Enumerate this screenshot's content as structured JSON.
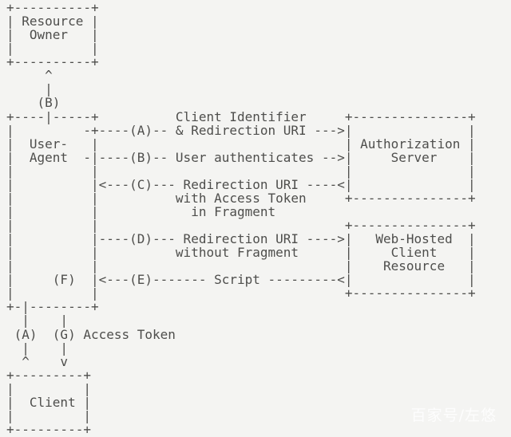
{
  "colors": {
    "background": "#f4f4f2",
    "diagram_text": "#4e4e4c",
    "watermark_text": "#ffffff"
  },
  "diagram": {
    "lines": [
      "+----------+",
      "| Resource |",
      "|  Owner   |",
      "|          |",
      "+----------+",
      "     ^",
      "     |",
      "    (B)",
      "+----|-----+          Client Identifier     +---------------+",
      "|         -+----(A)-- & Redirection URI --->|               |",
      "|  User-   |                                | Authorization |",
      "|  Agent  -|----(B)-- User authenticates -->|     Server    |",
      "|          |                                |               |",
      "|          |<---(C)--- Redirection URI ----<|               |",
      "|          |          with Access Token     +---------------+",
      "|          |            in Fragment",
      "|          |                                +---------------+",
      "|          |----(D)--- Redirection URI ---->|   Web-Hosted  |",
      "|          |          without Fragment      |     Client    |",
      "|          |                                |    Resource   |",
      "|     (F)  |<---(E)------- Script ---------<|               |",
      "|          |                                +---------------+",
      "+-|--------+",
      "  |    |",
      " (A)  (G) Access Token",
      "  |    |",
      "  ^    v",
      "+---------+",
      "|         |",
      "|  Client |",
      "|         |",
      "+---------+"
    ],
    "boxes": [
      "Resource Owner",
      "User-Agent",
      "Authorization Server",
      "Web-Hosted Client Resource",
      "Client"
    ],
    "steps": [
      {
        "id": "(A)",
        "label": "Client Identifier & Redirection URI"
      },
      {
        "id": "(B)",
        "label": "User authenticates"
      },
      {
        "id": "(C)",
        "label": "Redirection URI with Access Token in Fragment"
      },
      {
        "id": "(D)",
        "label": "Redirection URI without Fragment"
      },
      {
        "id": "(E)",
        "label": "Script"
      },
      {
        "id": "(F)",
        "label": ""
      },
      {
        "id": "(G)",
        "label": "Access Token"
      }
    ]
  },
  "watermark": {
    "text": "百家号/左悠"
  }
}
